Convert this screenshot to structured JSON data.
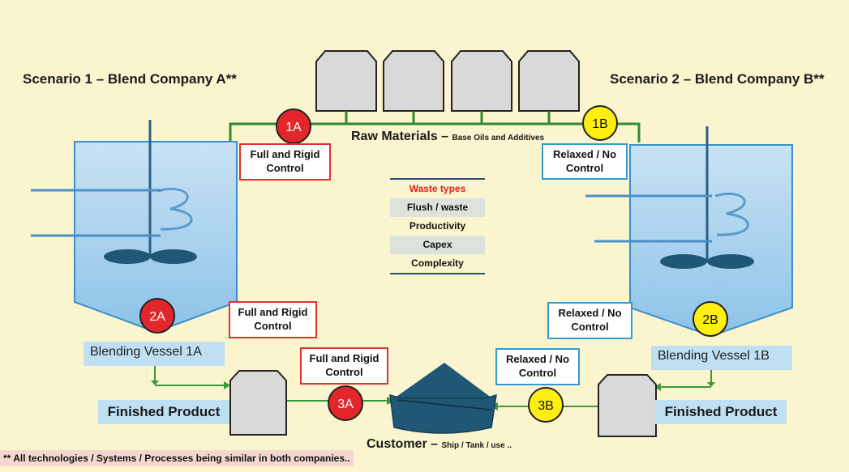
{
  "scenario1_title": "Scenario 1 – Blend Company A**",
  "scenario2_title": "Scenario 2 – Blend Company B**",
  "raw_materials": {
    "title": "Raw Materials –",
    "subtitle": "Base Oils and Additives"
  },
  "customer": {
    "title": "Customer –",
    "subtitle": "Ship / Tank / use .."
  },
  "footnote": "** All technologies / Systems / Processes being similar in both companies..",
  "control_boxes": {
    "a1": {
      "line1": "Full and Rigid",
      "line2": "Control"
    },
    "a2": {
      "line1": "Full and Rigid",
      "line2": "Control"
    },
    "a3": {
      "line1": "Full and Rigid",
      "line2": "Control"
    },
    "b1": {
      "line1": "Relaxed / No",
      "line2": "Control"
    },
    "b2": {
      "line1": "Relaxed / No",
      "line2": "Control"
    },
    "b3": {
      "line1": "Relaxed / No",
      "line2": "Control"
    }
  },
  "waste_types": {
    "header": "Waste types",
    "items": [
      "Flush / waste",
      "Productivity",
      "Capex",
      "Complexity"
    ]
  },
  "vessels": {
    "a": "Blending Vessel 1A",
    "b": "Blending Vessel 1B"
  },
  "finished_product": {
    "a": "Finished Product",
    "b": "Finished Product"
  },
  "markers": {
    "m1a": "1A",
    "m2a": "2A",
    "m3a": "3A",
    "m1b": "1B",
    "m2b": "2B",
    "m3b": "3B"
  },
  "colors": {
    "background": "#fbf5cf",
    "control_red": "#e03030",
    "control_blue": "#2f9ad6",
    "marker_red": "#e3262b",
    "marker_yellow": "#ffee11",
    "vessel_fill": "#8cc3e8",
    "pipe_green": "#2f8a2f",
    "tank_gray": "#d9d9d9",
    "customer_ship": "#1f5775",
    "label_blue": "#bfe0f2"
  }
}
